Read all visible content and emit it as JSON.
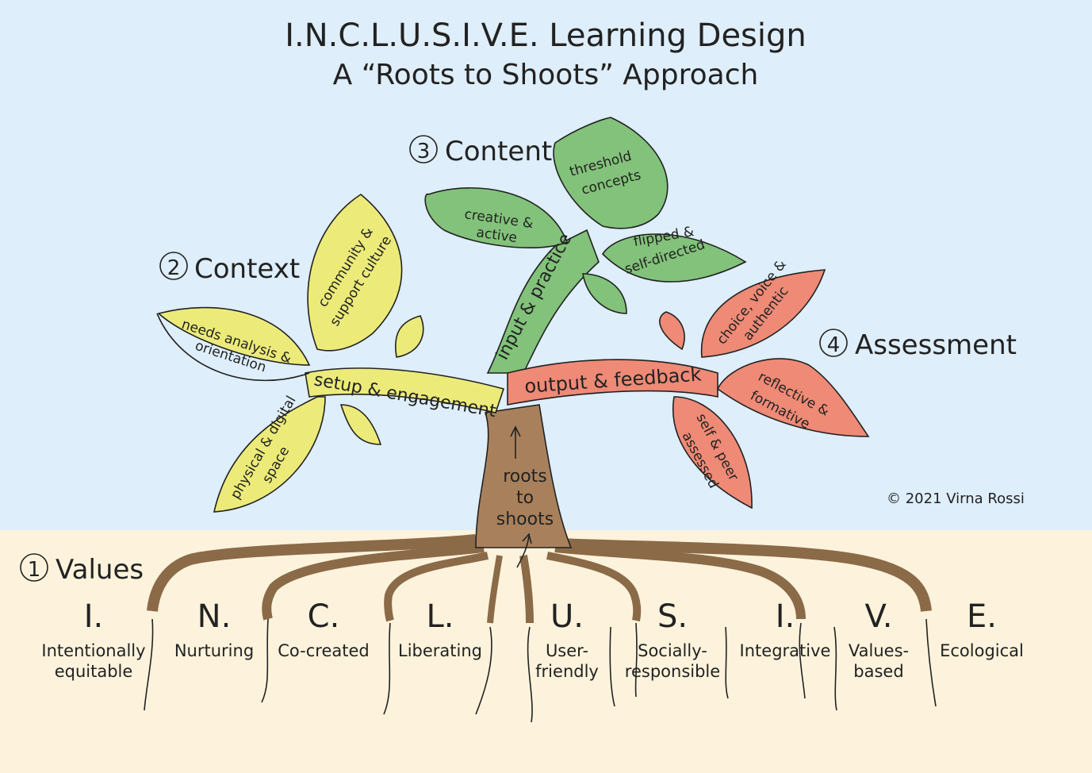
{
  "title": "I.N.C.L.U.S.I.V.E. Learning Design",
  "subtitle": "A “Roots to Shoots” Approach",
  "copyright": "© 2021 Virna Rossi",
  "colors": {
    "sky": "#deeefa",
    "ground": "#fdf3dc",
    "trunk": "#a8815c",
    "yellow_leaf": "#eceb7a",
    "green_leaf": "#82c27a",
    "red_leaf": "#ee8a76",
    "ink": "#222222"
  },
  "sections": {
    "values": {
      "number": "1",
      "title": "Values"
    },
    "context": {
      "number": "2",
      "title": "Context"
    },
    "content": {
      "number": "3",
      "title": "Content"
    },
    "assessment": {
      "number": "4",
      "title": "Assessment"
    }
  },
  "branches": {
    "setup": "setup & engagement",
    "input": "input & practice",
    "output": "output & feedback"
  },
  "trunk": {
    "line1": "roots",
    "line2": "to",
    "line3": "shoots"
  },
  "leaves": {
    "needs": [
      "needs analysis &",
      "orientation"
    ],
    "community": [
      "community &",
      "support culture"
    ],
    "physical": [
      "physical & digital",
      "space"
    ],
    "creative": [
      "creative &",
      "active"
    ],
    "threshold": [
      "threshold",
      "concepts"
    ],
    "flipped": [
      "flipped &",
      "self-directed"
    ],
    "choice": [
      "choice, voice &",
      "authentic"
    ],
    "reflective": [
      "reflective &",
      "formative"
    ],
    "selfpeer": [
      "self & peer",
      "assessed"
    ]
  },
  "values": [
    {
      "letter": "I.",
      "line1": "Intentionally",
      "line2": "equitable"
    },
    {
      "letter": "N.",
      "line1": "Nurturing",
      "line2": ""
    },
    {
      "letter": "C.",
      "line1": "Co-created",
      "line2": ""
    },
    {
      "letter": "L.",
      "line1": "Liberating",
      "line2": ""
    },
    {
      "letter": "U.",
      "line1": "User-",
      "line2": "friendly"
    },
    {
      "letter": "S.",
      "line1": "Socially-",
      "line2": "responsible"
    },
    {
      "letter": "I.",
      "line1": "Integrative",
      "line2": ""
    },
    {
      "letter": "V.",
      "line1": "Values-",
      "line2": "based"
    },
    {
      "letter": "E.",
      "line1": "Ecological",
      "line2": ""
    }
  ]
}
